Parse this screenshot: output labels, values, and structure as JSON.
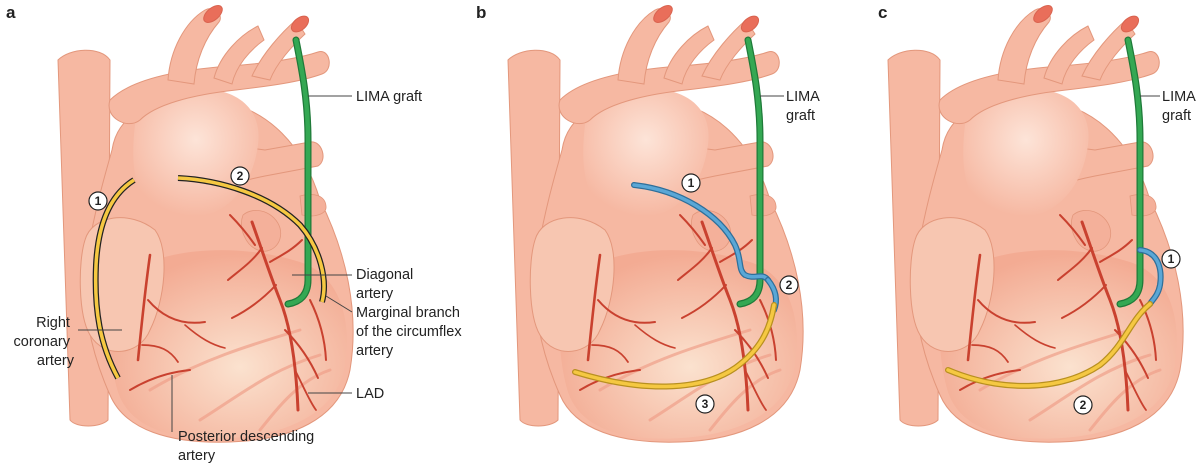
{
  "colors": {
    "body": "#f6b8a2",
    "body_edge": "#e3977c",
    "aorta_light": "#fbd9cb",
    "vessel_lumen": "#e96e5a",
    "coronary": "#c9412f",
    "lima": "#34a853",
    "saphenous_yellow": "#f5c842",
    "radial_blue": "#5aa7d6",
    "text": "#222222"
  },
  "panels": [
    {
      "id": "a",
      "letter": "a",
      "labels": {
        "lima": [
          "LIMA graft"
        ],
        "diagonal": [
          "Diagonal",
          "artery"
        ],
        "marginal": [
          "Marginal branch",
          "of the circumflex",
          "artery"
        ],
        "right_coronary": [
          "Right",
          "coronary",
          "artery"
        ],
        "lad": [
          "LAD"
        ],
        "posterior": [
          "Posterior descending",
          "artery"
        ]
      },
      "markers": [
        "1",
        "2"
      ]
    },
    {
      "id": "b",
      "letter": "b",
      "labels": {
        "lima": [
          "LIMA",
          "graft"
        ]
      },
      "markers": [
        "1",
        "2",
        "3"
      ]
    },
    {
      "id": "c",
      "letter": "c",
      "labels": {
        "lima": [
          "LIMA",
          "graft"
        ]
      },
      "markers": [
        "1",
        "2"
      ]
    }
  ]
}
